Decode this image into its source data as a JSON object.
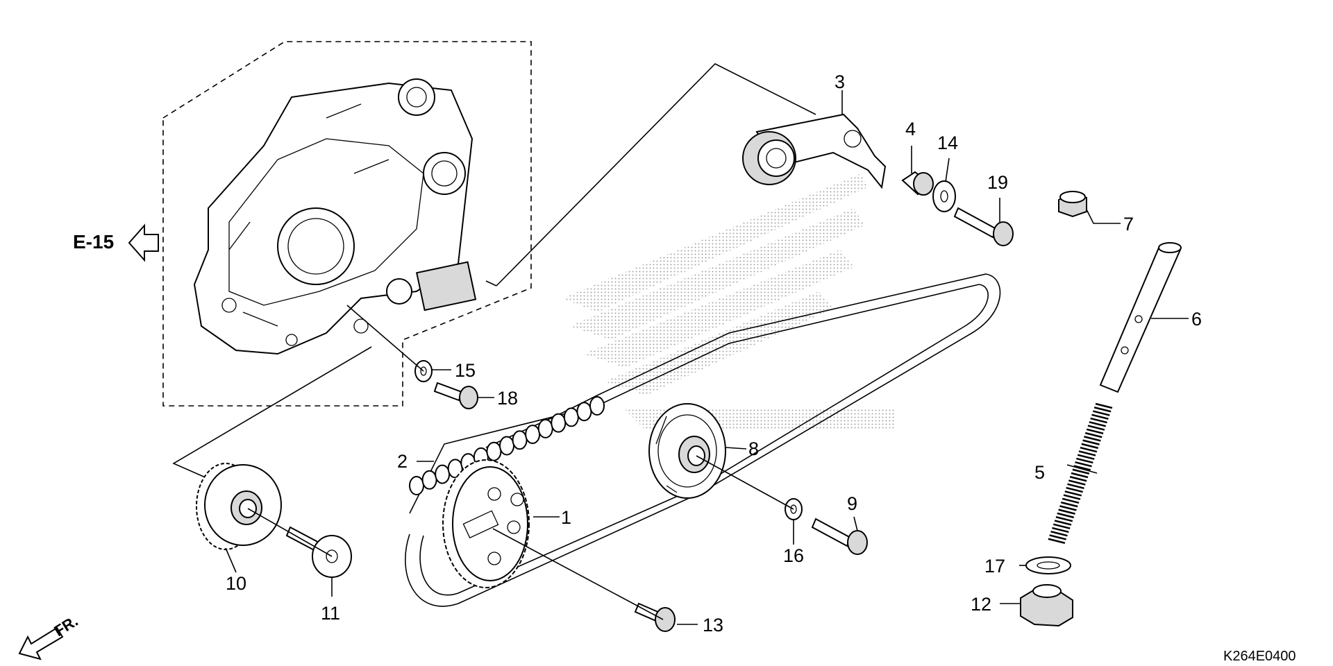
{
  "reference": {
    "arrow_label": "E-15"
  },
  "front_marker": {
    "label": "FR."
  },
  "diagram_code": "K264E0400",
  "callouts": [
    {
      "id": "1",
      "text": "1"
    },
    {
      "id": "2",
      "text": "2"
    },
    {
      "id": "3",
      "text": "3"
    },
    {
      "id": "4",
      "text": "4"
    },
    {
      "id": "5",
      "text": "5"
    },
    {
      "id": "6",
      "text": "6"
    },
    {
      "id": "7",
      "text": "7"
    },
    {
      "id": "8",
      "text": "8"
    },
    {
      "id": "9",
      "text": "9"
    },
    {
      "id": "10",
      "text": "10"
    },
    {
      "id": "11",
      "text": "11"
    },
    {
      "id": "12",
      "text": "12"
    },
    {
      "id": "13",
      "text": "13"
    },
    {
      "id": "14",
      "text": "14"
    },
    {
      "id": "15",
      "text": "15"
    },
    {
      "id": "16",
      "text": "16"
    },
    {
      "id": "17",
      "text": "17"
    },
    {
      "id": "18",
      "text": "18"
    },
    {
      "id": "19",
      "text": "19"
    }
  ]
}
